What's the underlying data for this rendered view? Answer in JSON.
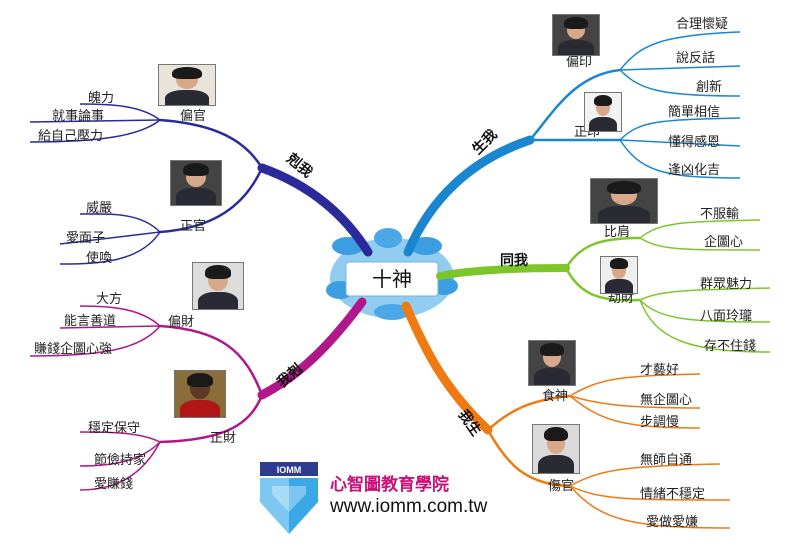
{
  "center": {
    "label": "十神"
  },
  "branches": {
    "sheng_wo": {
      "label": "生我",
      "color": "#1a86d0"
    },
    "ke_wo": {
      "label": "剋我",
      "color": "#2a2a9a"
    },
    "tong_wo": {
      "label": "同我",
      "color": "#7cc62a"
    },
    "wo_ke": {
      "label": "我剋",
      "color": "#b0178a"
    },
    "wo_sheng": {
      "label": "我生",
      "color": "#f07a12"
    }
  },
  "nodes": {
    "pian_yin": {
      "label": "偏印",
      "items": [
        "合理懷疑",
        "說反話",
        "創新"
      ]
    },
    "zheng_yin": {
      "label": "正印",
      "items": [
        "簡單相信",
        "懂得感恩",
        "逢凶化吉"
      ]
    },
    "pian_guan": {
      "label": "偏官",
      "items": [
        "魄力",
        "就事論事",
        "給自己壓力"
      ]
    },
    "zheng_guan": {
      "label": "正官",
      "items": [
        "威嚴",
        "愛面子",
        "使喚"
      ]
    },
    "bi_jian": {
      "label": "比肩",
      "items": [
        "不服輸",
        "企圖心"
      ]
    },
    "jie_cai": {
      "label": "劫財",
      "items": [
        "群眾魅力",
        "八面玲瓏",
        "存不住錢"
      ]
    },
    "pian_cai": {
      "label": "偏財",
      "items": [
        "大方",
        "能言善道",
        "賺錢企圖心強"
      ]
    },
    "zheng_cai": {
      "label": "正財",
      "items": [
        "穩定保守",
        "節儉持家",
        "愛賺錢"
      ]
    },
    "shi_shen": {
      "label": "食神",
      "items": [
        "才藝好",
        "無企圖心",
        "步調慢"
      ]
    },
    "shang_guan": {
      "label": "傷官",
      "items": [
        "無師自通",
        "情緒不穩定",
        "愛做愛嫌"
      ]
    }
  },
  "footer": {
    "logo_text": "IOMM",
    "brand": "心智圖教育學院",
    "url": "www.iomm.com.tw",
    "logo_color": "#c8107a"
  }
}
